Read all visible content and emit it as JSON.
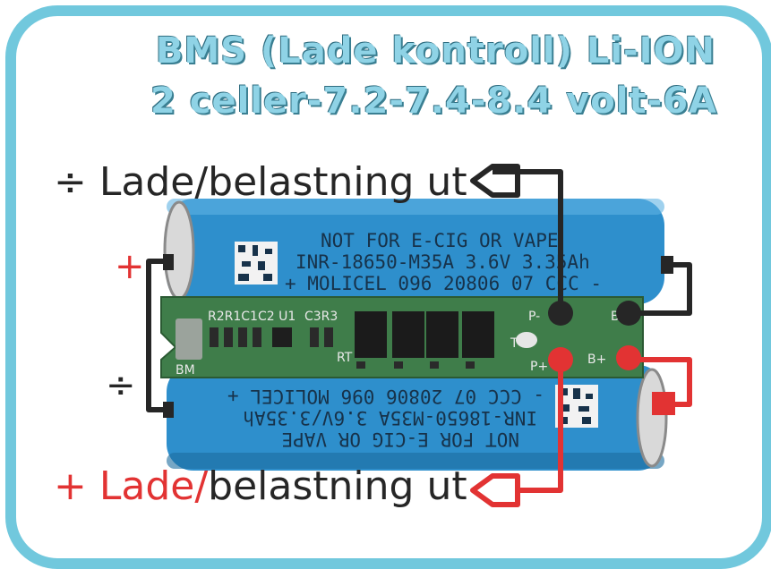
{
  "title": {
    "line1": "BMS  (Lade kontroll) Li-ION",
    "line2": "2 celler-7.2-7.4-8.4 volt-6A"
  },
  "labels": {
    "top_minus_prefix": "÷ Lade/belastning ut",
    "bottom_plus": "+",
    "bottom_lade": " Lade/",
    "bottom_rest": "belastning ut",
    "left_plus": "+",
    "left_minus": "÷"
  },
  "cells": {
    "top": {
      "line1": "NOT FOR E-CIG OR VAPE",
      "line2": "INR-18650-M35A 3.6V 3.35Ah",
      "line3": "+ MOLICEL 096 20806 07 CCC -"
    },
    "bottom": {
      "line1": "NOT FOR E-CIG OR VAPE",
      "line2": "INR-18650-M35A 3.6V/3.35Ah",
      "line3": "- CCC 07 20806 096 MOLICEL +"
    }
  },
  "board": {
    "silk_top": "R2R1C1C2  U1",
    "silk_c3r3": "C3R3",
    "silk_bm": "BM",
    "silk_rt": "RT",
    "silk_t": "T",
    "pad_p_minus": "P-",
    "pad_b_minus": "B-",
    "pad_p_plus": "P+",
    "pad_b_plus": "B+"
  },
  "colors": {
    "frame": "#71c8dd",
    "title_fill": "#8fd3e6",
    "battery": "#2e8fcc",
    "pcb": "#3f7d4a",
    "wire_negative": "#262626",
    "wire_positive": "#e23333"
  }
}
